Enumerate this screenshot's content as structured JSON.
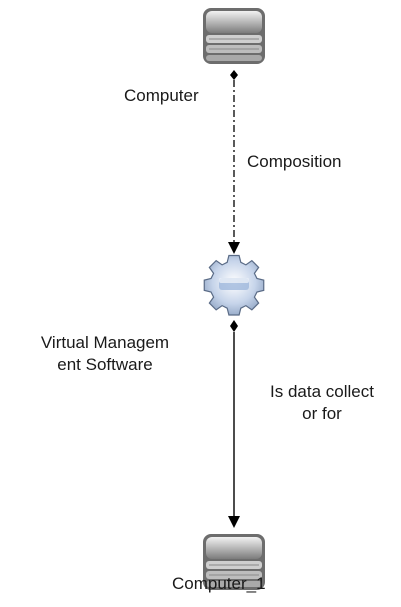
{
  "diagram": {
    "nodes": {
      "computer": {
        "label": "Computer",
        "icon": "server-stack-icon"
      },
      "virtual_management_software": {
        "label_line1": "Virtual Managem",
        "label_line2": "ent Software",
        "icon": "gear-icon"
      },
      "computer_1": {
        "label": "Computer_1",
        "icon": "server-stack-icon"
      }
    },
    "edges": {
      "composition": {
        "label": "Composition",
        "style": "dash-dot",
        "from": "Computer",
        "to": "Virtual Management Software"
      },
      "is_data_collector_for": {
        "label_line1": "Is data collect",
        "label_line2": "or for",
        "style": "solid",
        "from": "Virtual Management Software",
        "to": "Computer_1"
      }
    },
    "colors": {
      "line": "#000000",
      "server_body": "#9a9a9a",
      "server_highlight": "#e6e6e6",
      "gear_body": "#c9d3e3",
      "gear_center": "#7fa2d6"
    }
  }
}
